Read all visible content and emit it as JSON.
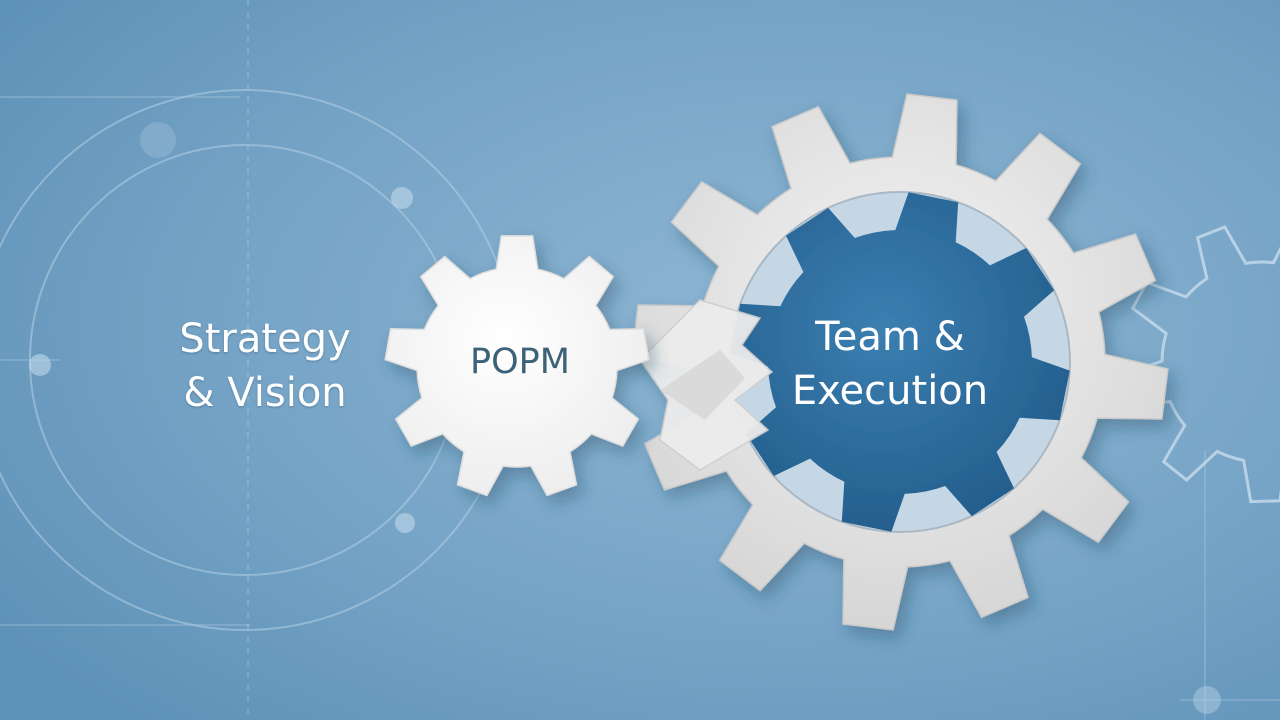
{
  "diagram": {
    "left_label": {
      "line1": "Strategy",
      "line2": "& Vision"
    },
    "center_gear_label": "POPM",
    "right_gear_label": {
      "line1": "Team &",
      "line2": "Execution"
    }
  },
  "colors": {
    "background": "#6e9ec1",
    "background_light": "#8fb6d3",
    "gear_white": "#fbfbfb",
    "gear_grey": "#e2e2e2",
    "gear_hub_blue": "#2d6c9c",
    "popm_text": "#3b6277"
  },
  "icons": [
    "small-gear-icon",
    "large-gear-icon",
    "background-circles",
    "partial-gear-outline"
  ]
}
